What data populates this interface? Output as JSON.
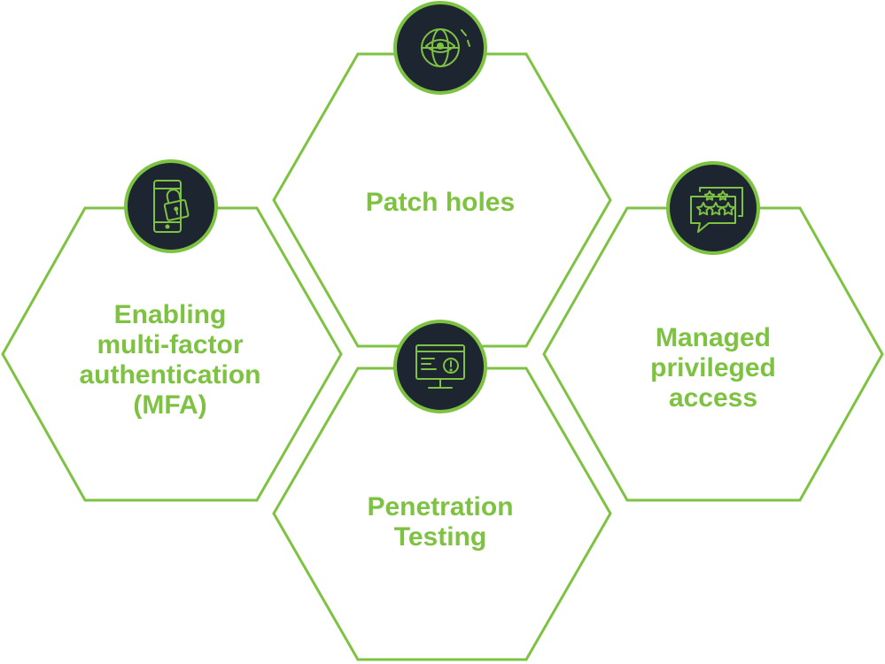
{
  "diagram": {
    "accent_color": "#7ec242",
    "badge_color": "#1d2630",
    "nodes": [
      {
        "id": "patch-holes",
        "lines": [
          "Patch holes"
        ],
        "icon": "globe-eye-icon"
      },
      {
        "id": "mfa",
        "lines": [
          "Enabling",
          "multi-factor",
          "authentication",
          "(MFA)"
        ],
        "icon": "phone-lock-icon"
      },
      {
        "id": "penetration-testing",
        "lines": [
          "Penetration",
          "Testing"
        ],
        "icon": "monitor-alert-icon"
      },
      {
        "id": "managed-privileged-access",
        "lines": [
          "Managed",
          "privileged",
          "access"
        ],
        "icon": "star-rating-chat-icon"
      }
    ]
  }
}
